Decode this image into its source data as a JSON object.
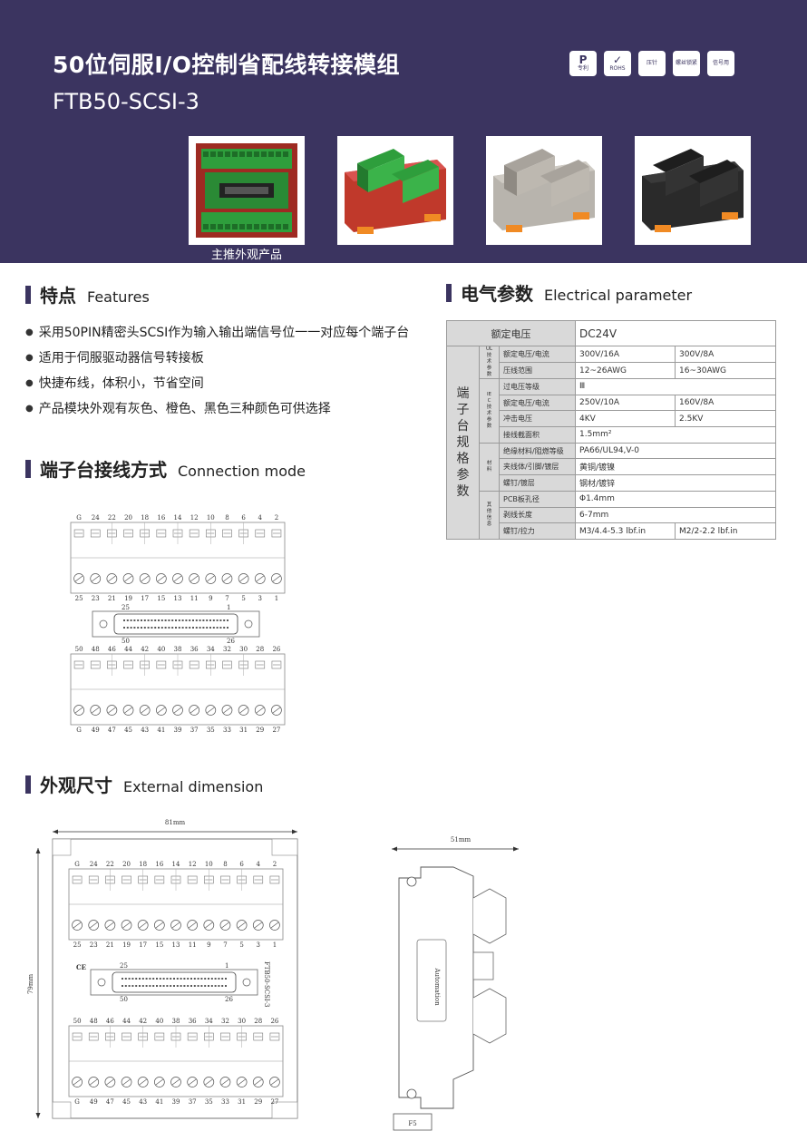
{
  "header": {
    "title_cn": "50位伺服I/O控制省配线转接模组",
    "model": "FTB50-SCSI-3",
    "badges": [
      {
        "icon": "patent-icon",
        "glyph": "P",
        "label": "专利"
      },
      {
        "icon": "rohs-icon",
        "glyph": "✓",
        "label": "ROHS"
      },
      {
        "icon": "crimp-pin-icon",
        "glyph": "",
        "label": "压针"
      },
      {
        "icon": "screw-lock-icon",
        "glyph": "",
        "label": "螺丝锁紧"
      },
      {
        "icon": "signal-icon",
        "glyph": "",
        "label": "信号用"
      }
    ],
    "product_caption": "主推外观产品",
    "colors": {
      "header_bg": "#3b3460",
      "green": "#2e9e3c",
      "red": "#c0392b",
      "gray": "#a8a39c",
      "black": "#1e1e1e",
      "orange": "#f08a24"
    }
  },
  "features": {
    "title_cn": "特点",
    "title_en": "Features",
    "items": [
      "采用50PIN精密头SCSI作为输入输出端信号位一一对应每个端子台",
      "适用于伺服驱动器信号转接板",
      "快捷布线，体积小，节省空间",
      "产品模块外观有灰色、橙色、黑色三种颜色可供选择"
    ]
  },
  "electrical": {
    "title_cn": "电气参数",
    "title_en": "Electrical parameter",
    "rated_voltage_label": "额定电压",
    "rated_voltage_value": "DC24V",
    "side_label": "端子台规格参数",
    "groups": {
      "ul": "UL技术参数",
      "iec": "IEC技术参数",
      "material": "材料",
      "other": "其他信息"
    },
    "rows": [
      {
        "label": "额定电压/电流",
        "v1": "300V/16A",
        "v2": "300V/8A"
      },
      {
        "label": "压线范围",
        "v1": "12~26AWG",
        "v2": "16~30AWG"
      },
      {
        "label": "过电压等级",
        "v1": "Ⅲ",
        "v2": ""
      },
      {
        "label": "额定电压/电流",
        "v1": "250V/10A",
        "v2": "160V/8A"
      },
      {
        "label": "冲击电压",
        "v1": "4KV",
        "v2": "2.5KV"
      },
      {
        "label": "接线截面积",
        "v1": "1.5mm²",
        "v2": ""
      },
      {
        "label": "绝缘材料/阻燃等级",
        "v1": "PA66/UL94,V-0",
        "v2": ""
      },
      {
        "label": "夹线体/引脚/镀层",
        "v1": "黄铜/镀镍",
        "v2": ""
      },
      {
        "label": "螺钉/镀层",
        "v1": "钢材/镀锌",
        "v2": ""
      },
      {
        "label": "PCB板孔径",
        "v1": "Φ1.4mm",
        "v2": ""
      },
      {
        "label": "剥线长度",
        "v1": "6-7mm",
        "v2": ""
      },
      {
        "label": "螺钉/拉力",
        "v1": "M3/4.4-5.3 lbf.in",
        "v2": "M2/2-2.2 lbf.in"
      }
    ]
  },
  "connection": {
    "title_cn": "端子台接线方式",
    "title_en": "Connection mode",
    "top_even": [
      "G",
      "24",
      "22",
      "20",
      "18",
      "16",
      "14",
      "12",
      "10",
      "8",
      "6",
      "4",
      "2"
    ],
    "top_odd": [
      "25",
      "23",
      "21",
      "19",
      "17",
      "15",
      "13",
      "11",
      "9",
      "7",
      "5",
      "3",
      "1"
    ],
    "bot_even": [
      "50",
      "48",
      "46",
      "44",
      "42",
      "40",
      "38",
      "36",
      "34",
      "32",
      "30",
      "28",
      "26"
    ],
    "bot_odd": [
      "G",
      "49",
      "47",
      "45",
      "43",
      "41",
      "39",
      "37",
      "35",
      "33",
      "31",
      "29",
      "27"
    ],
    "connector_pins": {
      "tl": "25",
      "tr": "1",
      "bl": "50",
      "br": "26"
    }
  },
  "dimension": {
    "title_cn": "外观尺寸",
    "title_en": "External dimension",
    "width": "81mm",
    "height": "79mm",
    "depth": "51mm",
    "model_vertical": "FTB50-SCSI-3",
    "fuse": "F5",
    "brand": "Automation"
  }
}
